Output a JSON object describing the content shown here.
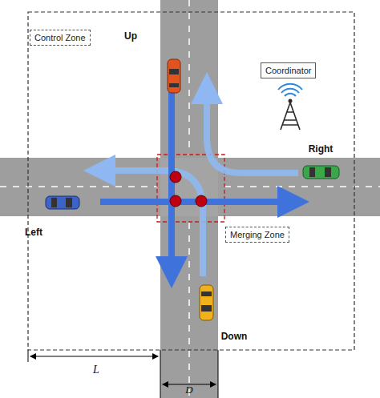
{
  "diagram": {
    "nodes": [
      {
        "text": [
          "Control Zone"
        ]
      },
      {
        "text": [
          "Coordinator"
        ]
      },
      {
        "text": [
          "Merging Zone"
        ]
      }
    ],
    "labels": [
      "Up",
      "Right",
      "Left",
      "Down",
      "L",
      "D"
    ]
  }
}
